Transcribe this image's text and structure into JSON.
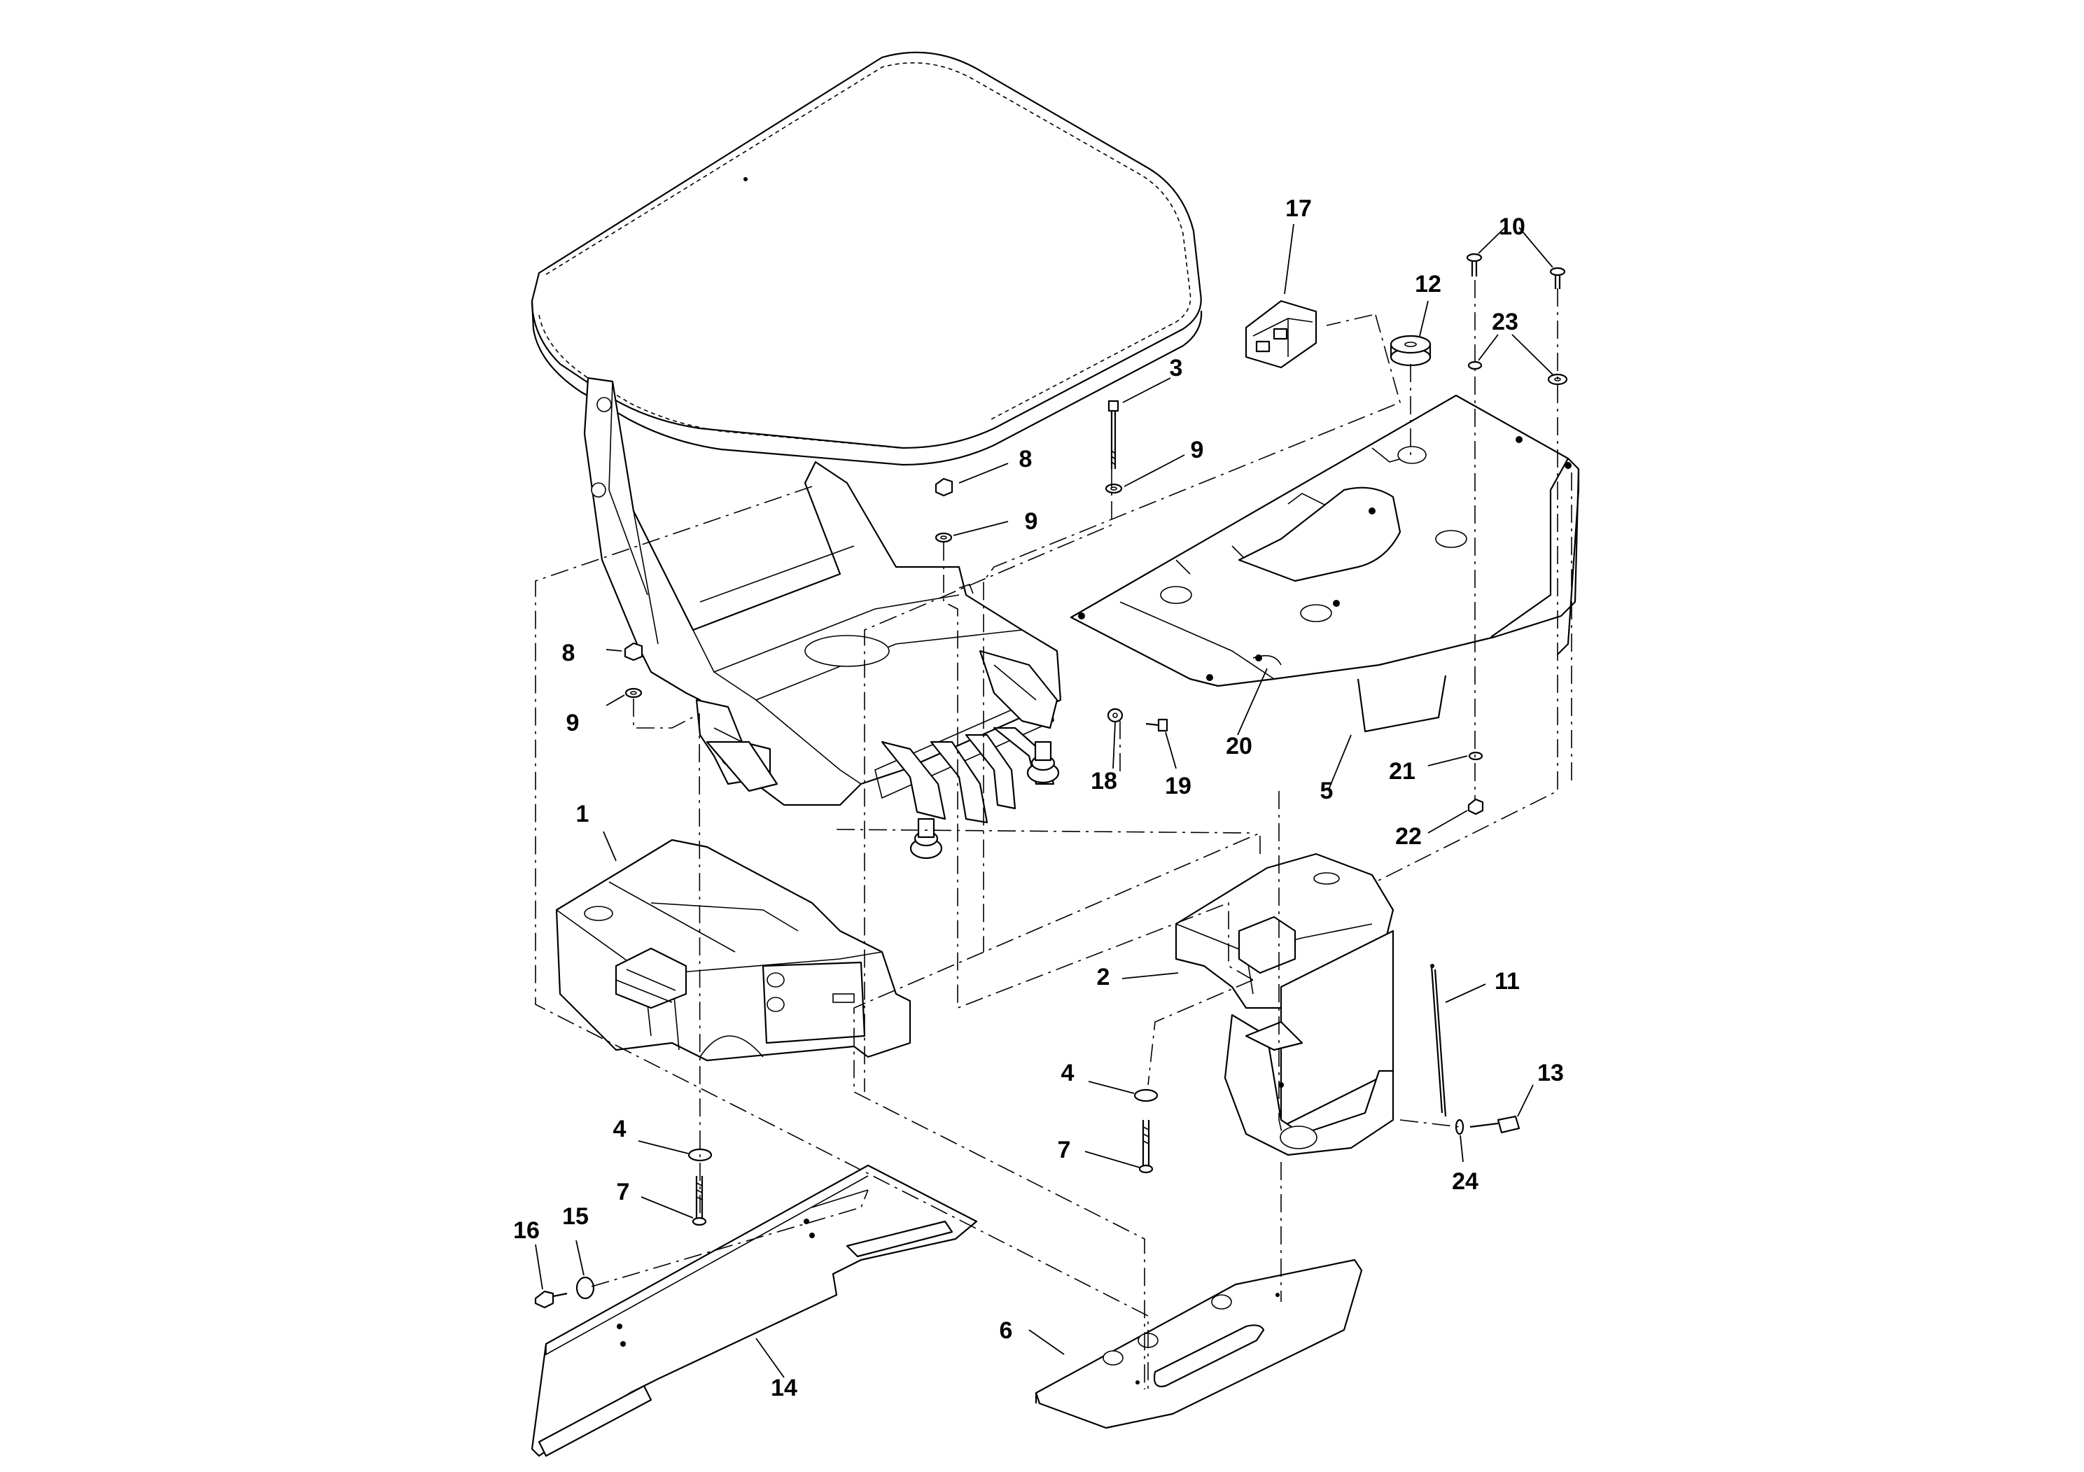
{
  "callouts": {
    "c1": "1",
    "c2": "2",
    "c3": "3",
    "c4a": "4",
    "c4b": "4",
    "c5": "5",
    "c6": "6",
    "c7a": "7",
    "c7b": "7",
    "c8a": "8",
    "c8b": "8",
    "c9a": "9",
    "c9b": "9",
    "c9c": "9",
    "c10": "10",
    "c11": "11",
    "c12": "12",
    "c13": "13",
    "c14": "14",
    "c15": "15",
    "c16": "16",
    "c17": "17",
    "c18": "18",
    "c19": "19",
    "c20": "20",
    "c21": "21",
    "c22": "22",
    "c23": "23",
    "c24": "24"
  }
}
